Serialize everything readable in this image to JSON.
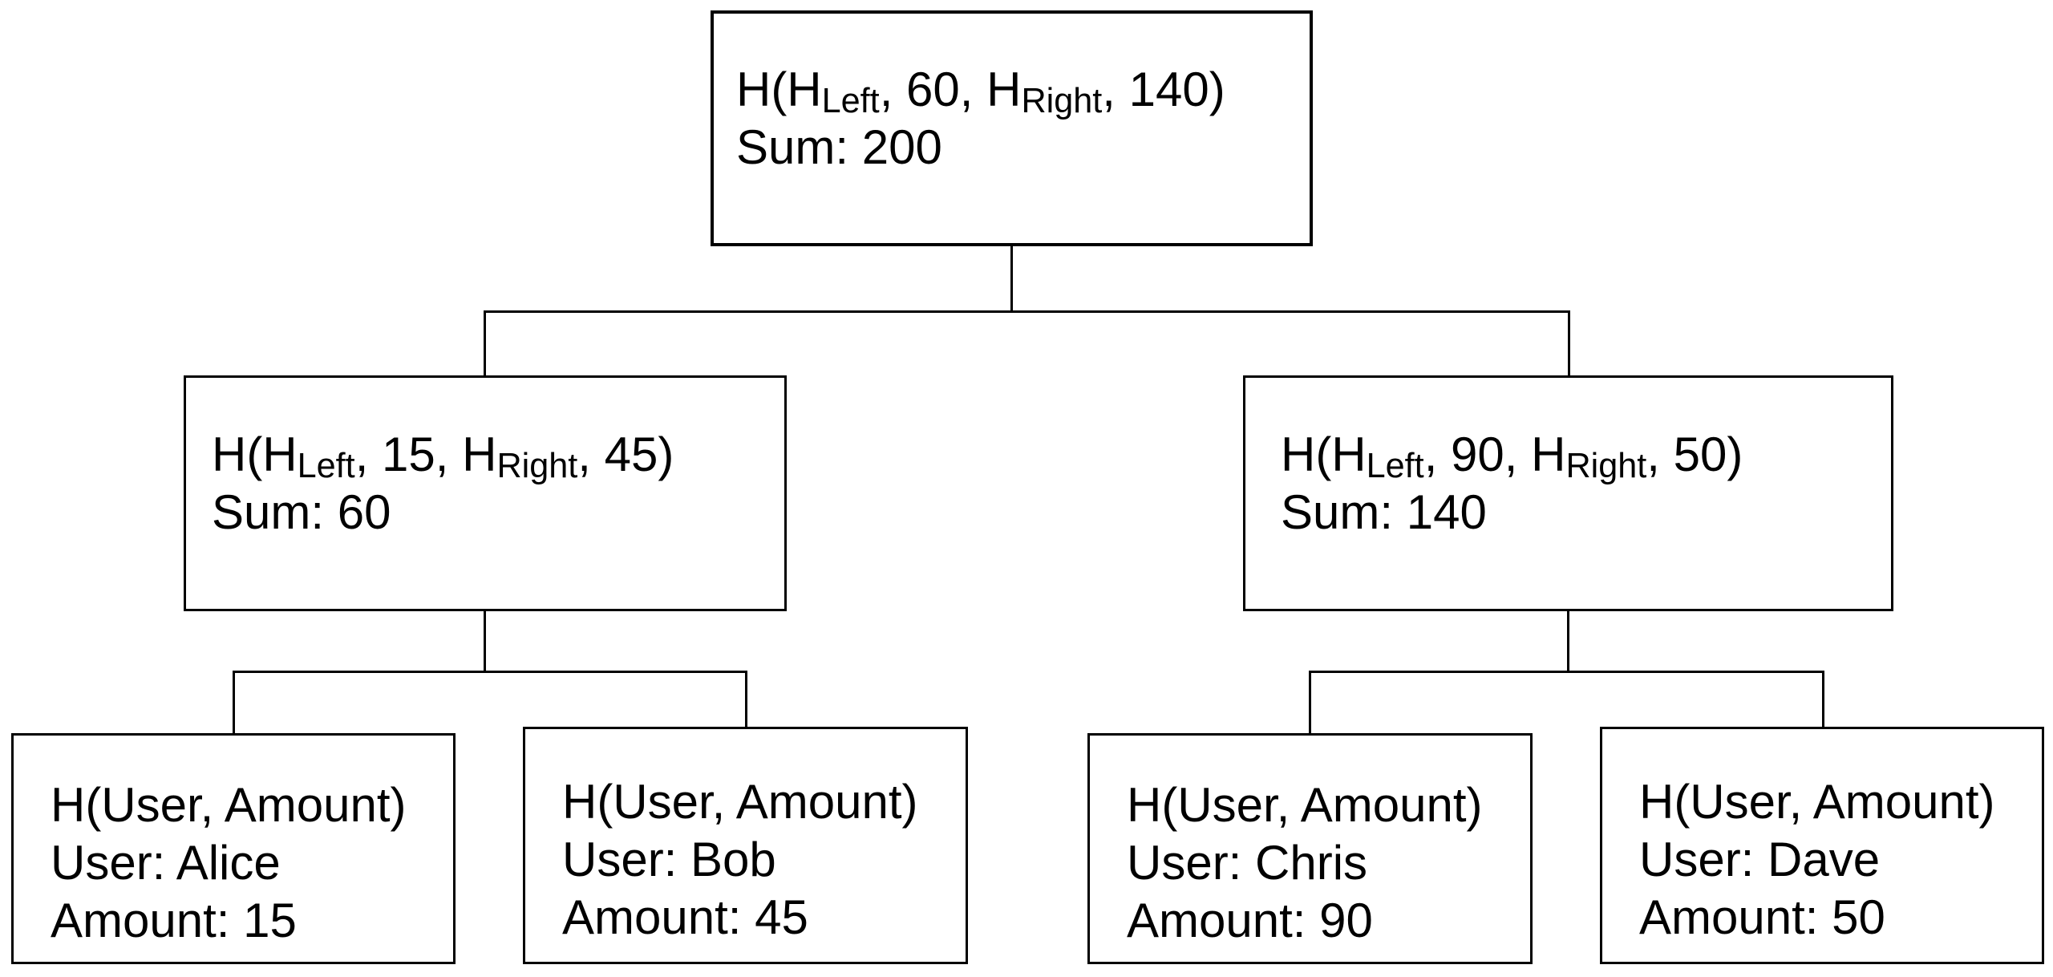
{
  "colors": {
    "background": "#ffffff",
    "stroke": "#000000",
    "text": "#000000"
  },
  "diagram": {
    "kind": "merkle-sum-tree",
    "nodes": {
      "root": {
        "hash": {
          "pre": "H(H",
          "sub_left": "Left",
          "mid": ", 60, H",
          "sub_right": "Right",
          "post": ", 140)"
        },
        "sum": "Sum: 200"
      },
      "left_branch": {
        "hash": {
          "pre": "H(H",
          "sub_left": "Left",
          "mid": ", 15, H",
          "sub_right": "Right",
          "post": ", 45)"
        },
        "sum": "Sum: 60"
      },
      "right_branch": {
        "hash": {
          "pre": "H(H",
          "sub_left": "Left",
          "mid": ", 90, H",
          "sub_right": "Right",
          "post": ", 50)"
        },
        "sum": "Sum: 140"
      },
      "leaf1": {
        "hash": "H(User, Amount)",
        "user": "User: Alice",
        "amount": "Amount: 15"
      },
      "leaf2": {
        "hash": "H(User, Amount)",
        "user": "User: Bob",
        "amount": "Amount: 45"
      },
      "leaf3": {
        "hash": "H(User, Amount)",
        "user": "User: Chris",
        "amount": "Amount: 90"
      },
      "leaf4": {
        "hash": "H(User, Amount)",
        "user": "User: Dave",
        "amount": "Amount: 50"
      }
    }
  }
}
